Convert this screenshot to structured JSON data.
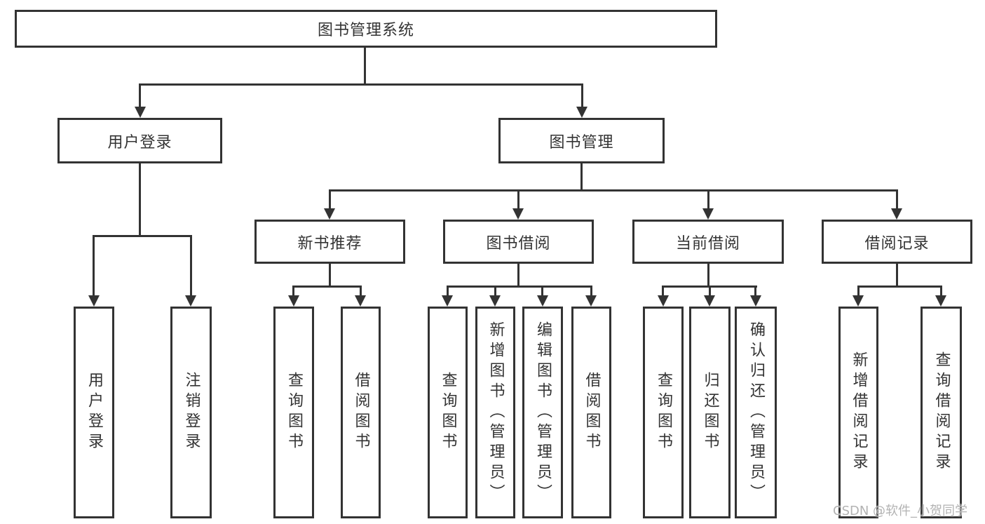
{
  "diagram": {
    "root": {
      "label": "图书管理系统"
    },
    "branches": [
      {
        "label": "用户登录",
        "children": [
          {
            "label": "用户登录"
          },
          {
            "label": "注销登录"
          }
        ]
      },
      {
        "label": "图书管理",
        "children": [
          {
            "label": "新书推荐",
            "children": [
              {
                "label": "查询图书"
              },
              {
                "label": "借阅图书"
              }
            ]
          },
          {
            "label": "图书借阅",
            "children": [
              {
                "label": "查询图书"
              },
              {
                "label": "新增图书（管理员）"
              },
              {
                "label": "编辑图书（管理员）"
              },
              {
                "label": "借阅图书"
              }
            ]
          },
          {
            "label": "当前借阅",
            "children": [
              {
                "label": "查询图书"
              },
              {
                "label": "归还图书"
              },
              {
                "label": "确认归还（管理员）"
              }
            ]
          },
          {
            "label": "借阅记录",
            "children": [
              {
                "label": "新增借阅记录"
              },
              {
                "label": "查询借阅记录"
              }
            ]
          }
        ]
      }
    ],
    "watermark": "CSDN @软件_小贺同学",
    "colors": {
      "line": "#333333",
      "text": "#333333",
      "watermark": "#b3b3b3",
      "background": "#ffffff"
    }
  }
}
